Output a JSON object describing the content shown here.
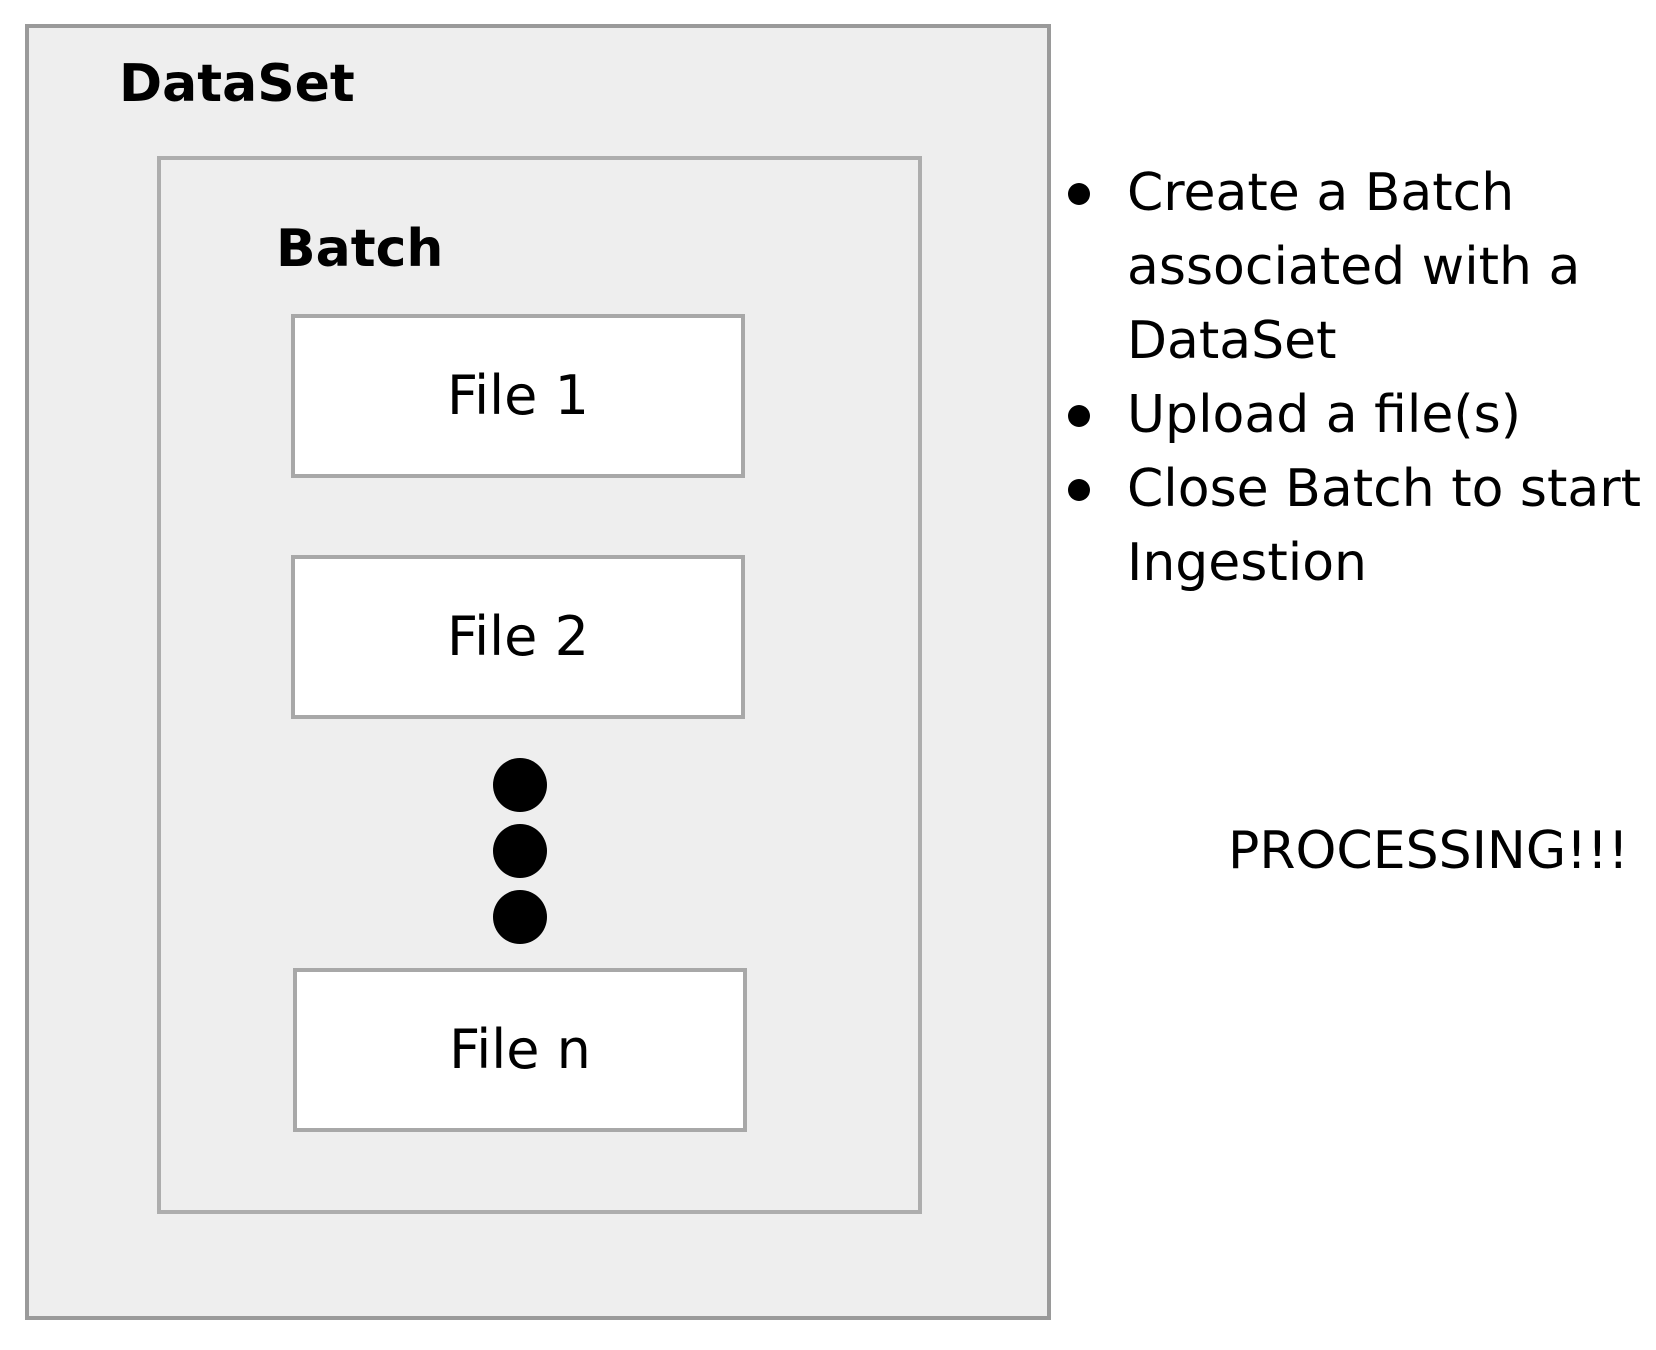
{
  "dataset": {
    "title": "DataSet",
    "batch": {
      "title": "Batch",
      "files": [
        "File 1",
        "File 2",
        "File n"
      ],
      "ellipsis_icon": "vertical-ellipsis-dots"
    }
  },
  "steps": [
    "Create a Batch associated with a DataSet",
    "Upload a file(s)",
    "Close Batch to start Ingestion"
  ],
  "status_text": "PROCESSING!!!",
  "colors": {
    "container_fill": "#eeeeee",
    "border_gray": "#9a9a9a",
    "file_fill": "#ffffff"
  }
}
